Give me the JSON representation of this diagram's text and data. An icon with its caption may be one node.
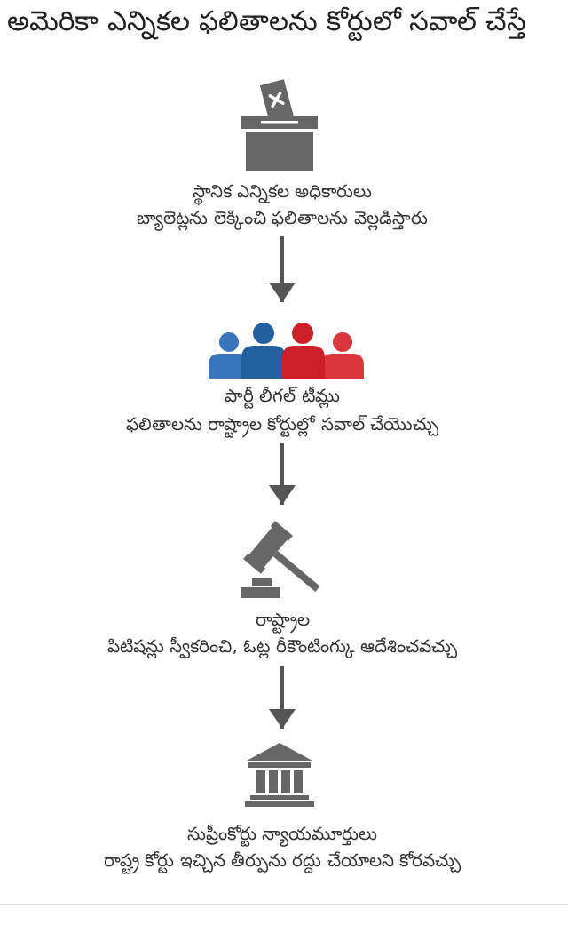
{
  "diagram": {
    "title": "అమెరికా ఎన్నికల ఫలితాలను కోర్టులో సవాల్ చేస్తే",
    "nodes": [
      {
        "text": [
          "స్థానిక ఎన్నికల అధికారులు",
          "బ్యాలెట్లను లెక్కించి ఫలితాలను వెల్లడిస్తారు"
        ]
      },
      {
        "text": [
          "పార్టీ లీగల్ టీమ్లు",
          "ఫలితాలను రాష్ట్రాల కోర్టుల్లో సవాల్ చేయొచ్చు"
        ]
      },
      {
        "text": [
          "రాష్ట్రాల",
          "పిటిషన్లు స్వీకరించి, ఓట్ల రీకౌంటింగ్కు ఆదేశించవచ్చు"
        ]
      },
      {
        "text": [
          "సుప్రీంకోర్టు న్యాయమూర్తులు",
          "రాష్ట్ర కోర్టు ఇచ్చిన తీర్పును రద్దు చేయాలని కోరవచ్చు"
        ]
      }
    ],
    "edges": [
      {
        "from": 0,
        "to": 1,
        "arrow": "to"
      },
      {
        "from": 1,
        "to": 2,
        "arrow": "to"
      },
      {
        "from": 2,
        "to": 3,
        "arrow": "to"
      }
    ]
  }
}
